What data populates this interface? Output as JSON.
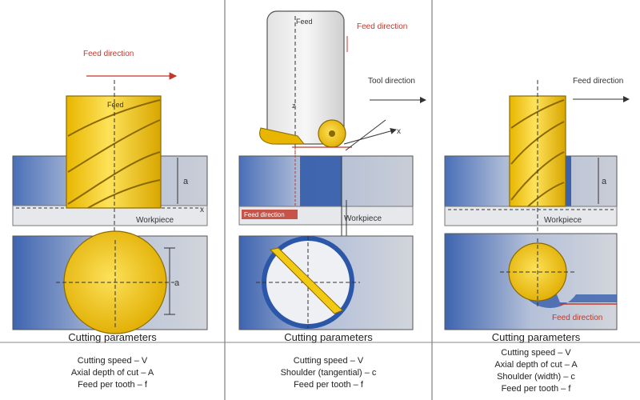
{
  "panels": [
    {
      "top_label": "Feed direction",
      "tool_label": "Feed",
      "workpiece_label": "Workpiece",
      "depth_symbol": "a",
      "width_symbol": "a",
      "axis_x": "x",
      "caption_title": "Cutting parameters",
      "caption_lines": [
        "Cutting speed – V",
        "Axial depth of cut – A",
        "Feed per tooth – f"
      ]
    },
    {
      "tool_label": "Feed",
      "feed_label": "Feed direction",
      "side_label": "Tool direction",
      "axis_x": "x",
      "axis_z": "z",
      "workpiece_label": "Workpiece",
      "red_box_label": "Feed direction",
      "caption_title": "Cutting parameters",
      "caption_lines": [
        "Cutting speed – V",
        "Shoulder (tangential) – c",
        "Feed per tooth – f"
      ]
    },
    {
      "top_label": "Feed direction",
      "workpiece_label": "Workpiece",
      "depth_symbol": "a",
      "red_label": "Feed direction",
      "caption_title": "Cutting parameters",
      "caption_lines": [
        "Cutting speed – V",
        "Axial depth of cut – A",
        "Shoulder (width) – c",
        "Feed per tooth – f"
      ]
    }
  ],
  "colors": {
    "tool_yellow": "#f2c913",
    "tool_edge": "#b38a00",
    "workpiece_blue": "#9fb4d6",
    "workpiece_dark": "#2c56a8",
    "workpiece_grey": "#c9ced6",
    "annotation_red": "#c0392b",
    "line": "#333333"
  }
}
